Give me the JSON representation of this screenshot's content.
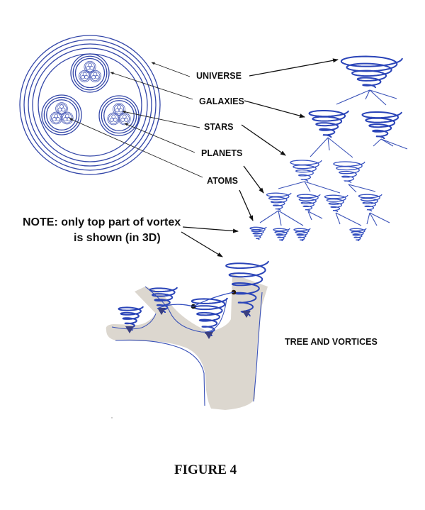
{
  "figure": {
    "caption": "FIGURE 4",
    "colors": {
      "vortex": "#2a44b8",
      "tree": "#dcd7cf",
      "text": "#111111"
    }
  },
  "hierarchy_labels": [
    {
      "id": "universe",
      "text": "UNIVERSE"
    },
    {
      "id": "galaxies",
      "text": "GALAXIES"
    },
    {
      "id": "stars",
      "text": "STARS"
    },
    {
      "id": "planets",
      "text": "PLANETS"
    },
    {
      "id": "atoms",
      "text": "ATOMS"
    }
  ],
  "note": {
    "line1": "NOTE:  only top part of vortex",
    "line2": "is shown (in 3D)"
  },
  "tree_label": "TREE AND VORTICES"
}
